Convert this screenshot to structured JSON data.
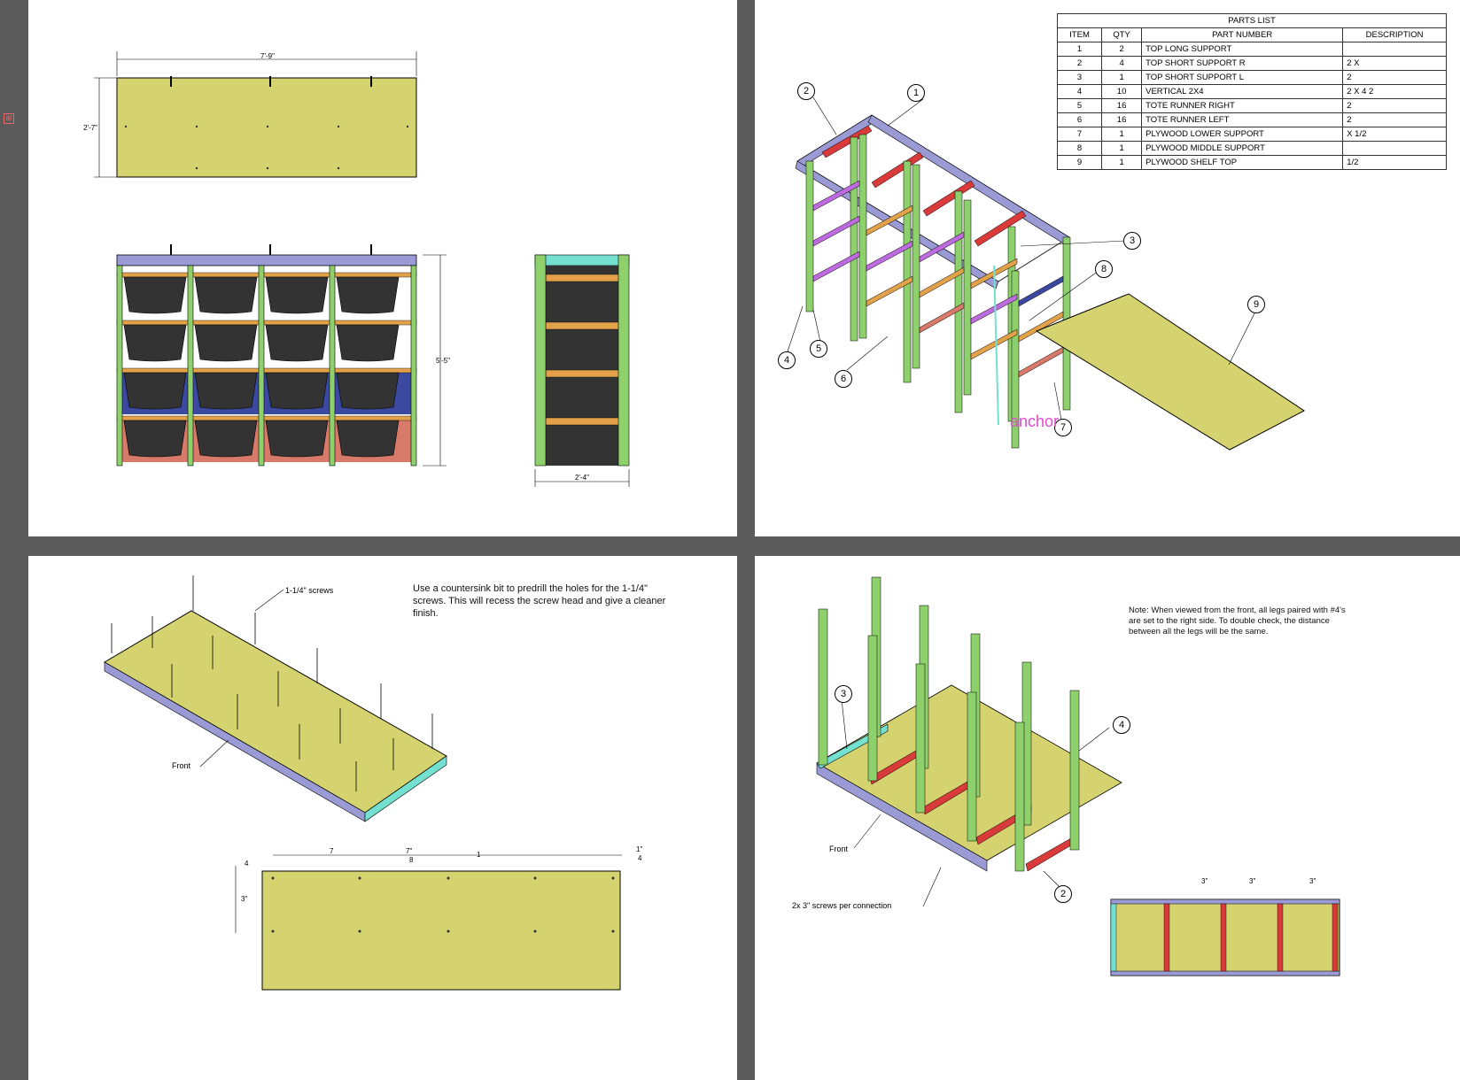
{
  "colors": {
    "plywood": "#d4d36f",
    "leg": "#8ed06c",
    "runner": "#e3a24a",
    "tote": "#333333",
    "top_support": "#9a9ad4",
    "top_short_r": "#d93a3a",
    "runner_left": "#bf6be0",
    "plywood_lower": "#3b49a0",
    "plywood_middle": "#d87a6a",
    "top_short_l": "#74e0cf",
    "desktop": "#5b5b5b"
  },
  "sheet1": {
    "top_width_dim": "7'-9\"",
    "top_depth_dim": "2'-7\"",
    "height_dim": "5'-5\"",
    "side_depth_dim": "2'-4\""
  },
  "sheet2": {
    "parts_list": {
      "title": "PARTS LIST",
      "headers": [
        "ITEM",
        "QTY",
        "PART NUMBER",
        "DESCRIPTION"
      ],
      "rows": [
        {
          "item": "1",
          "qty": "2",
          "part": "TOP LONG SUPPORT",
          "desc": ""
        },
        {
          "item": "2",
          "qty": "4",
          "part": "TOP SHORT SUPPORT R",
          "desc": "2 X"
        },
        {
          "item": "3",
          "qty": "1",
          "part": "TOP SHORT SUPPORT L",
          "desc": "2"
        },
        {
          "item": "4",
          "qty": "10",
          "part": "VERTICAL 2X4",
          "desc": "2 X 4 2"
        },
        {
          "item": "5",
          "qty": "16",
          "part": "TOTE RUNNER RIGHT",
          "desc": "2"
        },
        {
          "item": "6",
          "qty": "16",
          "part": "TOTE RUNNER LEFT",
          "desc": "2"
        },
        {
          "item": "7",
          "qty": "1",
          "part": "PLYWOOD LOWER SUPPORT",
          "desc": "X 1/2"
        },
        {
          "item": "8",
          "qty": "1",
          "part": "PLYWOOD MIDDLE SUPPORT",
          "desc": ""
        },
        {
          "item": "9",
          "qty": "1",
          "part": "PLYWOOD SHELF TOP",
          "desc": "1/2"
        }
      ]
    },
    "balloons": [
      "1",
      "2",
      "3",
      "4",
      "5",
      "6",
      "7",
      "8",
      "9"
    ],
    "anchor_label": "anchor"
  },
  "sheet3": {
    "screws_label": "1-1/4\" screws",
    "front_label": "Front",
    "note": "Use a countersink bit to predrill the holes for the 1-1/4\" screws. This will recess the screw head and give a cleaner finish.",
    "dims": [
      "7",
      "7\"",
      "8",
      "1",
      "1\"",
      "4",
      "3\"",
      "4"
    ]
  },
  "sheet4": {
    "note": "Note: When viewed from the front, all legs paired with #4's are set to the right side. To double check, the distance between all the legs will be the same.",
    "front_label": "Front",
    "screws_label": "2x 3\" screws per connection",
    "balloons": [
      "3",
      "4",
      "2"
    ],
    "dims": [
      "3\"",
      "3\"",
      "3\""
    ]
  }
}
